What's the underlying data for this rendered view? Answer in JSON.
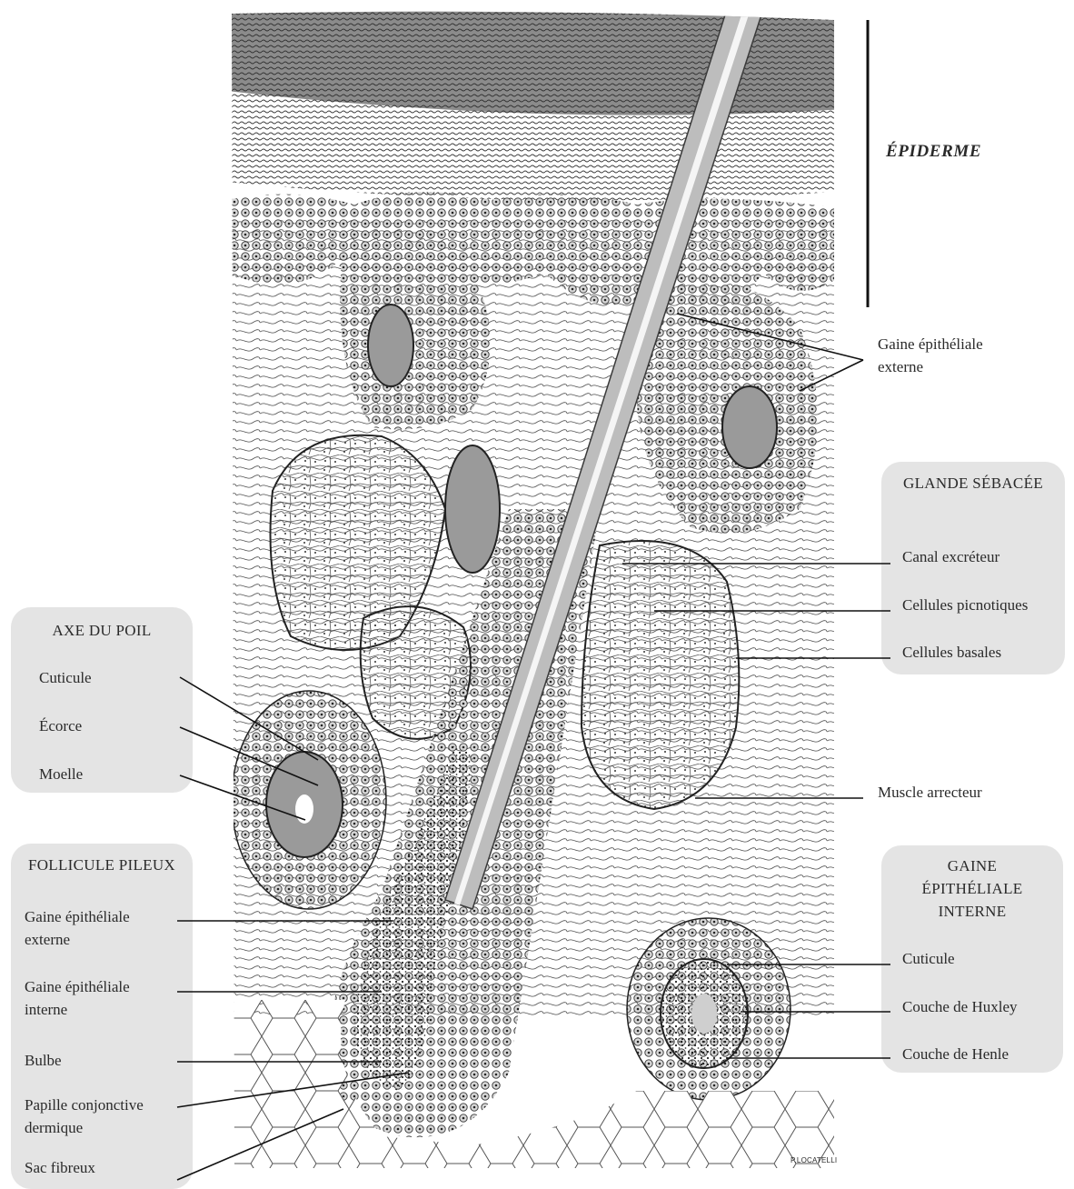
{
  "epidermis": {
    "label": "ÉPIDERME"
  },
  "hair_axis": {
    "title": "AXE DU POIL",
    "items": [
      "Cuticule",
      "Écorce",
      "Moelle"
    ]
  },
  "hair_follicle": {
    "title": "FOLLICULE PILEUX",
    "items": [
      {
        "line1": "Gaine épithéliale",
        "line2": "externe"
      },
      {
        "line1": "Gaine épithéliale",
        "line2": "interne"
      },
      {
        "line1": "Bulbe",
        "line2": ""
      },
      {
        "line1": "Papille conjonctive",
        "line2": "dermique"
      },
      {
        "line1": "Sac fibreux",
        "line2": ""
      }
    ]
  },
  "outer_sheath": {
    "line1": "Gaine épithéliale",
    "line2": "externe"
  },
  "sebaceous_gland": {
    "title": "GLANDE SÉBACÉE",
    "items": [
      "Canal excréteur",
      "Cellules picnotiques",
      "Cellules basales"
    ]
  },
  "arrector_muscle": {
    "label": "Muscle arrecteur"
  },
  "inner_sheath": {
    "title_lines": [
      "GAINE",
      "ÉPITHÉLIALE",
      "INTERNE"
    ],
    "items": [
      "Cuticule",
      "Couche de Huxley",
      "Couche de Henle"
    ]
  },
  "signature": "P.LOCATELLI"
}
